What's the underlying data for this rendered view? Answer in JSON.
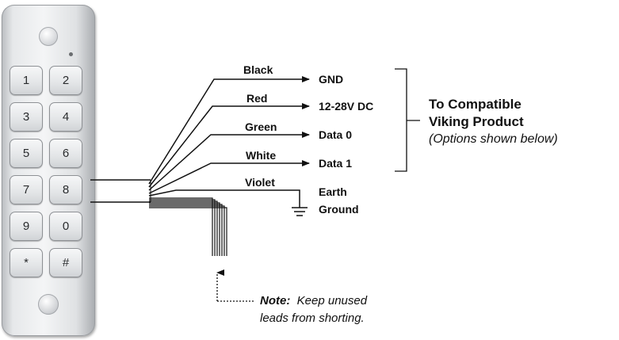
{
  "keypad": {
    "keys": [
      "1",
      "2",
      "3",
      "4",
      "5",
      "6",
      "7",
      "8",
      "9",
      "0",
      "*",
      "#"
    ]
  },
  "wires": [
    {
      "color": "Black",
      "terminal": "GND"
    },
    {
      "color": "Red",
      "terminal": "12-28V DC"
    },
    {
      "color": "Green",
      "terminal": "Data 0"
    },
    {
      "color": "White",
      "terminal": "Data 1"
    },
    {
      "color": "Violet",
      "terminal_line1": "Earth",
      "terminal_line2": "Ground"
    }
  ],
  "target": {
    "line1": "To Compatible",
    "line2": "Viking Product",
    "line3": "(Options shown below)"
  },
  "note": {
    "label": "Note:",
    "text_line1": "Keep unused",
    "text_line2": "leads from shorting."
  }
}
